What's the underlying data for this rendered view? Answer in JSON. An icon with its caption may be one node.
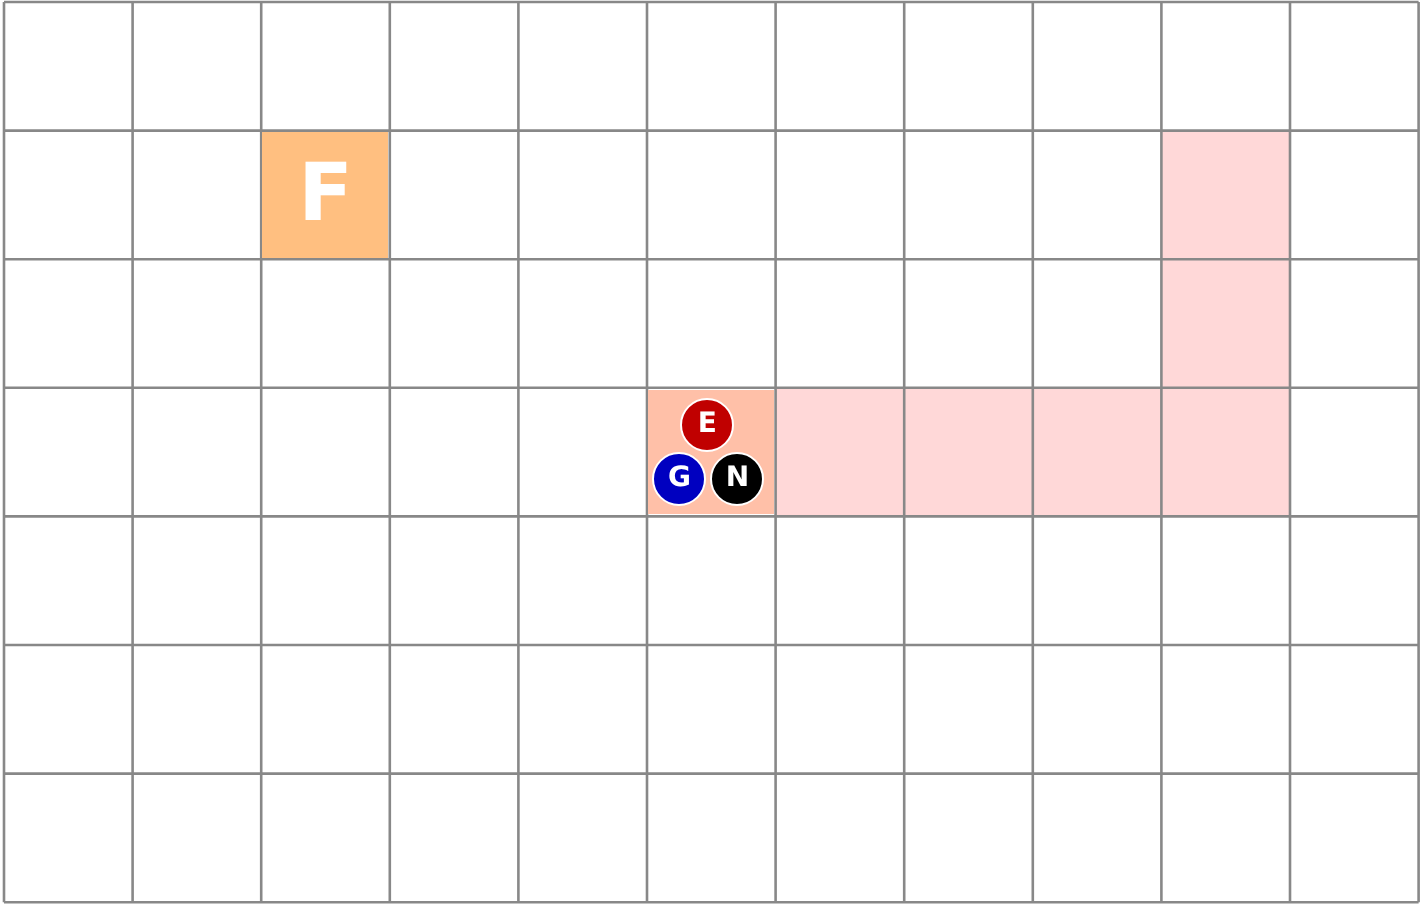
{
  "diagram": {
    "nodes": [
      {
        "text": [
          "F"
        ]
      },
      {
        "text": [],
        "shape": "box"
      },
      {
        "text": [
          "E"
        ],
        "in": 1
      },
      {
        "text": [
          "G"
        ],
        "in": 1
      },
      {
        "text": [
          "N"
        ],
        "in": 1
      }
    ]
  }
}
